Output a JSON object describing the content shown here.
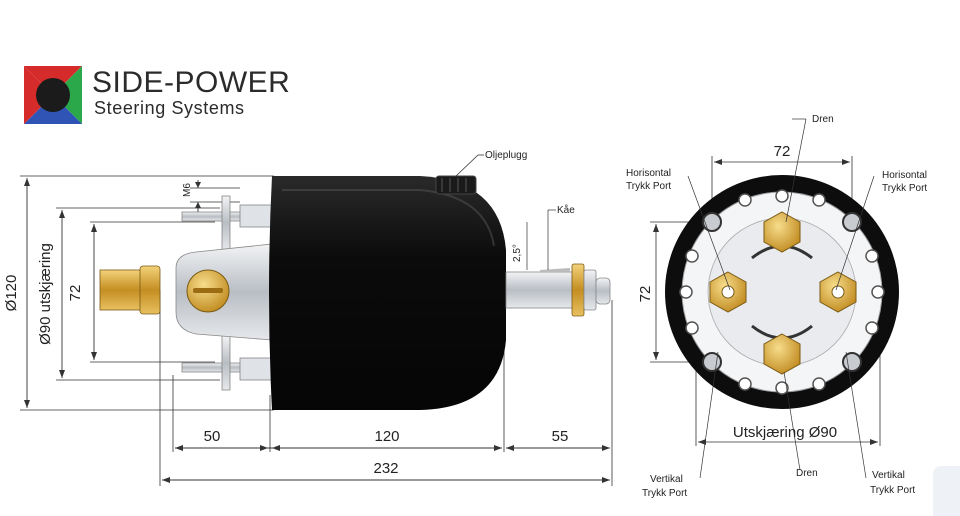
{
  "brand": {
    "name": "SIDE-POWER",
    "subtitle": "Steering Systems"
  },
  "side_view": {
    "dim_50": "50",
    "dim_120": "120",
    "dim_55": "55",
    "dim_232": "232",
    "dim_diameter_120": "Ø120",
    "dim_diameter_90": "Ø90 utskjæring",
    "dim_72": "72",
    "dim_m6": "M6",
    "dim_angle": "2,5°",
    "label_oil_plug": "Oljeplugg",
    "label_cone": "Kåe"
  },
  "front_view": {
    "dim_72_top": "72",
    "dim_72_side": "72",
    "label_cutout": "Utskjæring Ø90",
    "label_drain_top": "Dren",
    "label_drain_bottom": "Dren",
    "label_horiz_left_1": "Horisontal",
    "label_horiz_left_2": "Trykk Port",
    "label_horiz_right_1": "Horisontal",
    "label_horiz_right_2": "Trykk Port",
    "label_vert_left_1": "Vertikal",
    "label_vert_left_2": "Trykk Port",
    "label_vert_right_1": "Vertikal",
    "label_vert_right_2": "Trykk Port"
  },
  "colors": {
    "body_black": "#0d0d0d",
    "brass": "#d8a93a",
    "metal": "#c9cdd2",
    "logo_red": "#d62b2b",
    "logo_green": "#2aa84a",
    "logo_blue": "#2f54b5"
  }
}
